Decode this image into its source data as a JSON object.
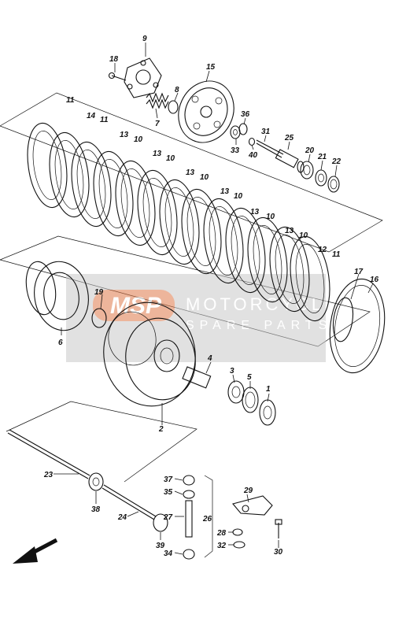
{
  "labels": {
    "p1": "1",
    "p2": "2",
    "p3": "3",
    "p4": "4",
    "p5": "5",
    "p6": "6",
    "p7": "7",
    "p8": "8",
    "p9": "9",
    "p10a": "10",
    "p10b": "10",
    "p10c": "10",
    "p10d": "10",
    "p10e": "10",
    "p10f": "10",
    "p11a": "11",
    "p11b": "11",
    "p11c": "11",
    "p12": "12",
    "p13a": "13",
    "p13b": "13",
    "p13c": "13",
    "p13d": "13",
    "p13e": "13",
    "p13f": "13",
    "p14": "14",
    "p15": "15",
    "p16": "16",
    "p17": "17",
    "p18": "18",
    "p19": "19",
    "p20": "20",
    "p21": "21",
    "p22": "22",
    "p23": "23",
    "p24": "24",
    "p25": "25",
    "p26": "26",
    "p27": "27",
    "p28": "28",
    "p29": "29",
    "p30": "30",
    "p31": "31",
    "p32": "32",
    "p33": "33",
    "p34": "34",
    "p35": "35",
    "p36": "36",
    "p37": "37",
    "p38": "38",
    "p39": "39",
    "p40": "40"
  },
  "watermark": {
    "logo": "MSP",
    "brand": "MOTORCYCLE",
    "sub": "SPARE PARTS",
    "color": "#e8895a"
  },
  "colors": {
    "line": "#111111",
    "watermark_band": "#c9c9c9",
    "watermark_logo_bg": "#e07a4a"
  },
  "icons": {
    "front_direction": "arrow-down-left-icon"
  }
}
